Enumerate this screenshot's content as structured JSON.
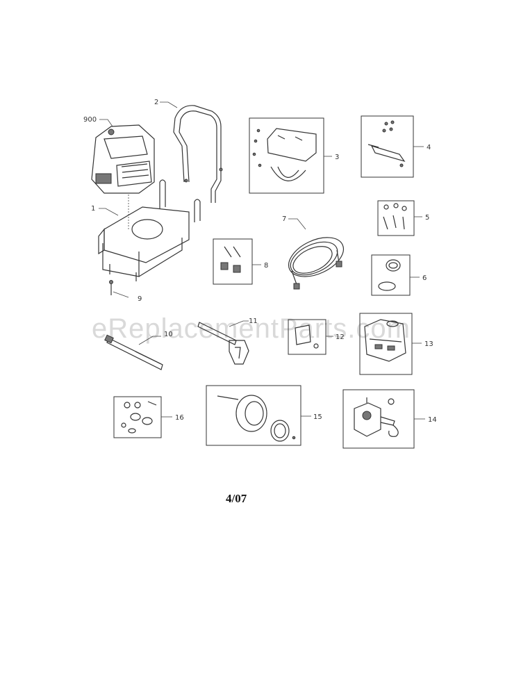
{
  "watermark": "eReplacementParts.com",
  "date": "4/07",
  "labels": {
    "engine": "900",
    "frame": "1",
    "handle": "2",
    "bracket": "3",
    "bracket_kit": "4",
    "hardware": "5",
    "cap": "6",
    "hose": "7",
    "bolt_kit": "8",
    "screw": "9",
    "lance": "10",
    "spray_gun": "11",
    "panel": "12",
    "tank": "13",
    "pump": "14",
    "wheel_kit": "15",
    "nut_kit": "16"
  }
}
